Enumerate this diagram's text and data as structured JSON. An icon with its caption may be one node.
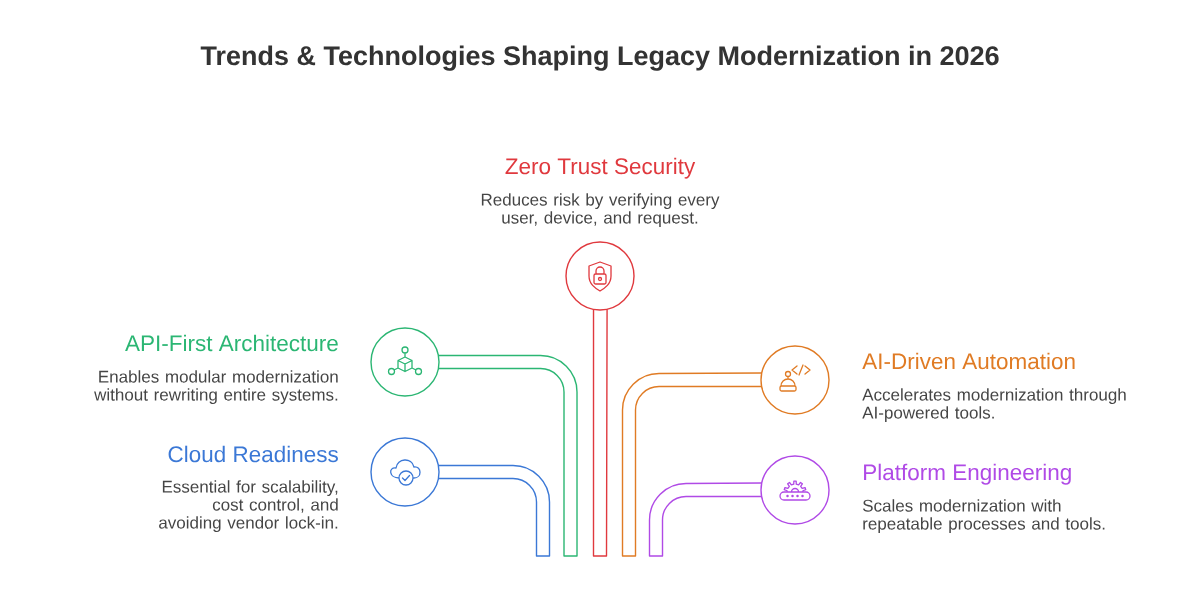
{
  "diagram": {
    "title": "Trends & Technologies Shaping Legacy Modernization in 2026",
    "nodes": [
      {
        "text": [],
        "shape": "circle",
        "beside": [
          "Zero Trust Security",
          "Reduces risk by verifying every user, device, and request."
        ]
      },
      {
        "text": [],
        "shape": "circle",
        "beside": [
          "API-First Architecture",
          "Enables modular modernization without rewriting entire systems."
        ]
      },
      {
        "text": [],
        "shape": "circle",
        "beside": [
          "AI-Driven Automation",
          "Accelerates modernization through AI-powered tools."
        ]
      },
      {
        "text": [],
        "shape": "circle",
        "beside": [
          "Cloud Readiness",
          "Essential for scalability, cost control, and avoiding vendor lock-in."
        ]
      },
      {
        "text": [],
        "shape": "circle",
        "beside": [
          "Platform Engineering",
          "Scales modernization with repeatable processes and tools."
        ]
      }
    ],
    "edges": [
      {
        "from": 0,
        "to": null,
        "arrow": "none",
        "color": "#e0393e"
      },
      {
        "from": 1,
        "to": null,
        "arrow": "none",
        "color": "#2bb673"
      },
      {
        "from": 2,
        "to": null,
        "arrow": "none",
        "color": "#e07b24"
      },
      {
        "from": 3,
        "to": null,
        "arrow": "none",
        "color": "#3b78d6"
      },
      {
        "from": 4,
        "to": null,
        "arrow": "none",
        "color": "#b04ae6"
      }
    ]
  }
}
